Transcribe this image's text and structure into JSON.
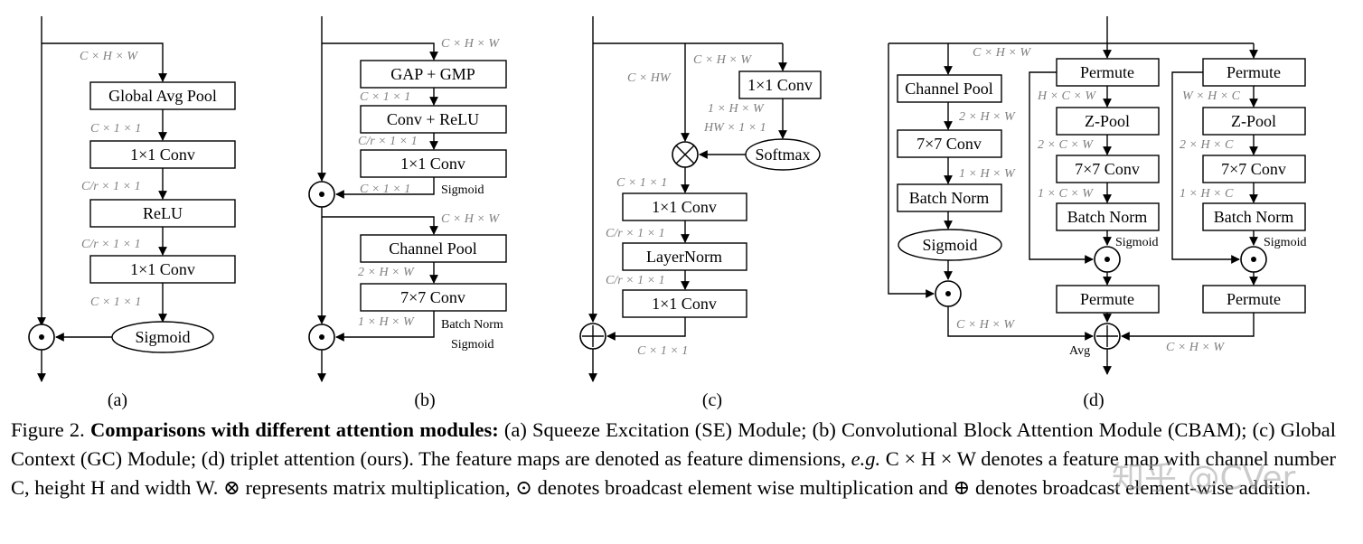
{
  "panels": {
    "a": {
      "label": "(a)",
      "boxes": [
        "Global Avg Pool",
        "1×1 Conv",
        "ReLU",
        "1×1 Conv",
        "Sigmoid"
      ],
      "dims": [
        "C × H × W",
        "C × 1 × 1",
        "C/r × 1 × 1",
        "C/r × 1 × 1",
        "C × 1 × 1"
      ]
    },
    "b": {
      "label": "(b)",
      "boxes": [
        "GAP + GMP",
        "Conv + ReLU",
        "1×1 Conv",
        "Channel Pool",
        "7×7 Conv"
      ],
      "dims": [
        "C × H × W",
        "C × 1 × 1",
        "C/r × 1 × 1",
        "C × 1 × 1",
        "C × H × W",
        "2 × H × W",
        "1 × H × W"
      ],
      "notes": [
        "Sigmoid",
        "Batch Norm",
        "Sigmoid"
      ]
    },
    "c": {
      "label": "(c)",
      "boxes": [
        "1×1 Conv",
        "Softmax",
        "1×1 Conv",
        "LayerNorm",
        "1×1 Conv"
      ],
      "dims": [
        "C × HW",
        "C × H × W",
        "1 × H × W",
        "HW × 1 × 1",
        "C × 1 × 1",
        "C/r × 1 × 1",
        "C/r × 1 × 1",
        "C × 1 × 1"
      ]
    },
    "d": {
      "label": "(d)",
      "boxes_left": [
        "Channel Pool",
        "7×7 Conv",
        "Batch Norm",
        "Sigmoid"
      ],
      "boxes_mid": [
        "Permute",
        "Z-Pool",
        "7×7 Conv",
        "Batch Norm",
        "Permute"
      ],
      "boxes_right": [
        "Permute",
        "Z-Pool",
        "7×7 Conv",
        "Batch Norm",
        "Permute"
      ],
      "dims_left": [
        "C × H × W",
        "2 × H × W",
        "1 × H × W",
        "C × H × W"
      ],
      "dims_mid": [
        "H × C × W",
        "2 × C × W",
        "1 × C × W"
      ],
      "dims_right": [
        "W × H × C",
        "2 × H × C",
        "1 × H × C",
        "C × H × W"
      ],
      "notes": [
        "Sigmoid",
        "Sigmoid",
        "Avg"
      ]
    }
  },
  "caption": {
    "prefix": "Figure 2. ",
    "bold": "Comparisons with different attention modules:",
    "body1": " (a) Squeeze Excitation (SE) Module; (b) Convolutional Block Attention Module (CBAM); (c) Global Context (GC) Module; (d) triplet attention (ours). The feature maps are denoted as feature dimensions, ",
    "eg": "e.g.",
    "body2": " C × H × W denotes a feature map with channel number C, height H and width W. ⊗ represents matrix multiplication, ⊙ denotes broadcast element wise multiplication and ⊕ denotes broadcast element-wise addition."
  },
  "watermark": "知乎 @CVer"
}
